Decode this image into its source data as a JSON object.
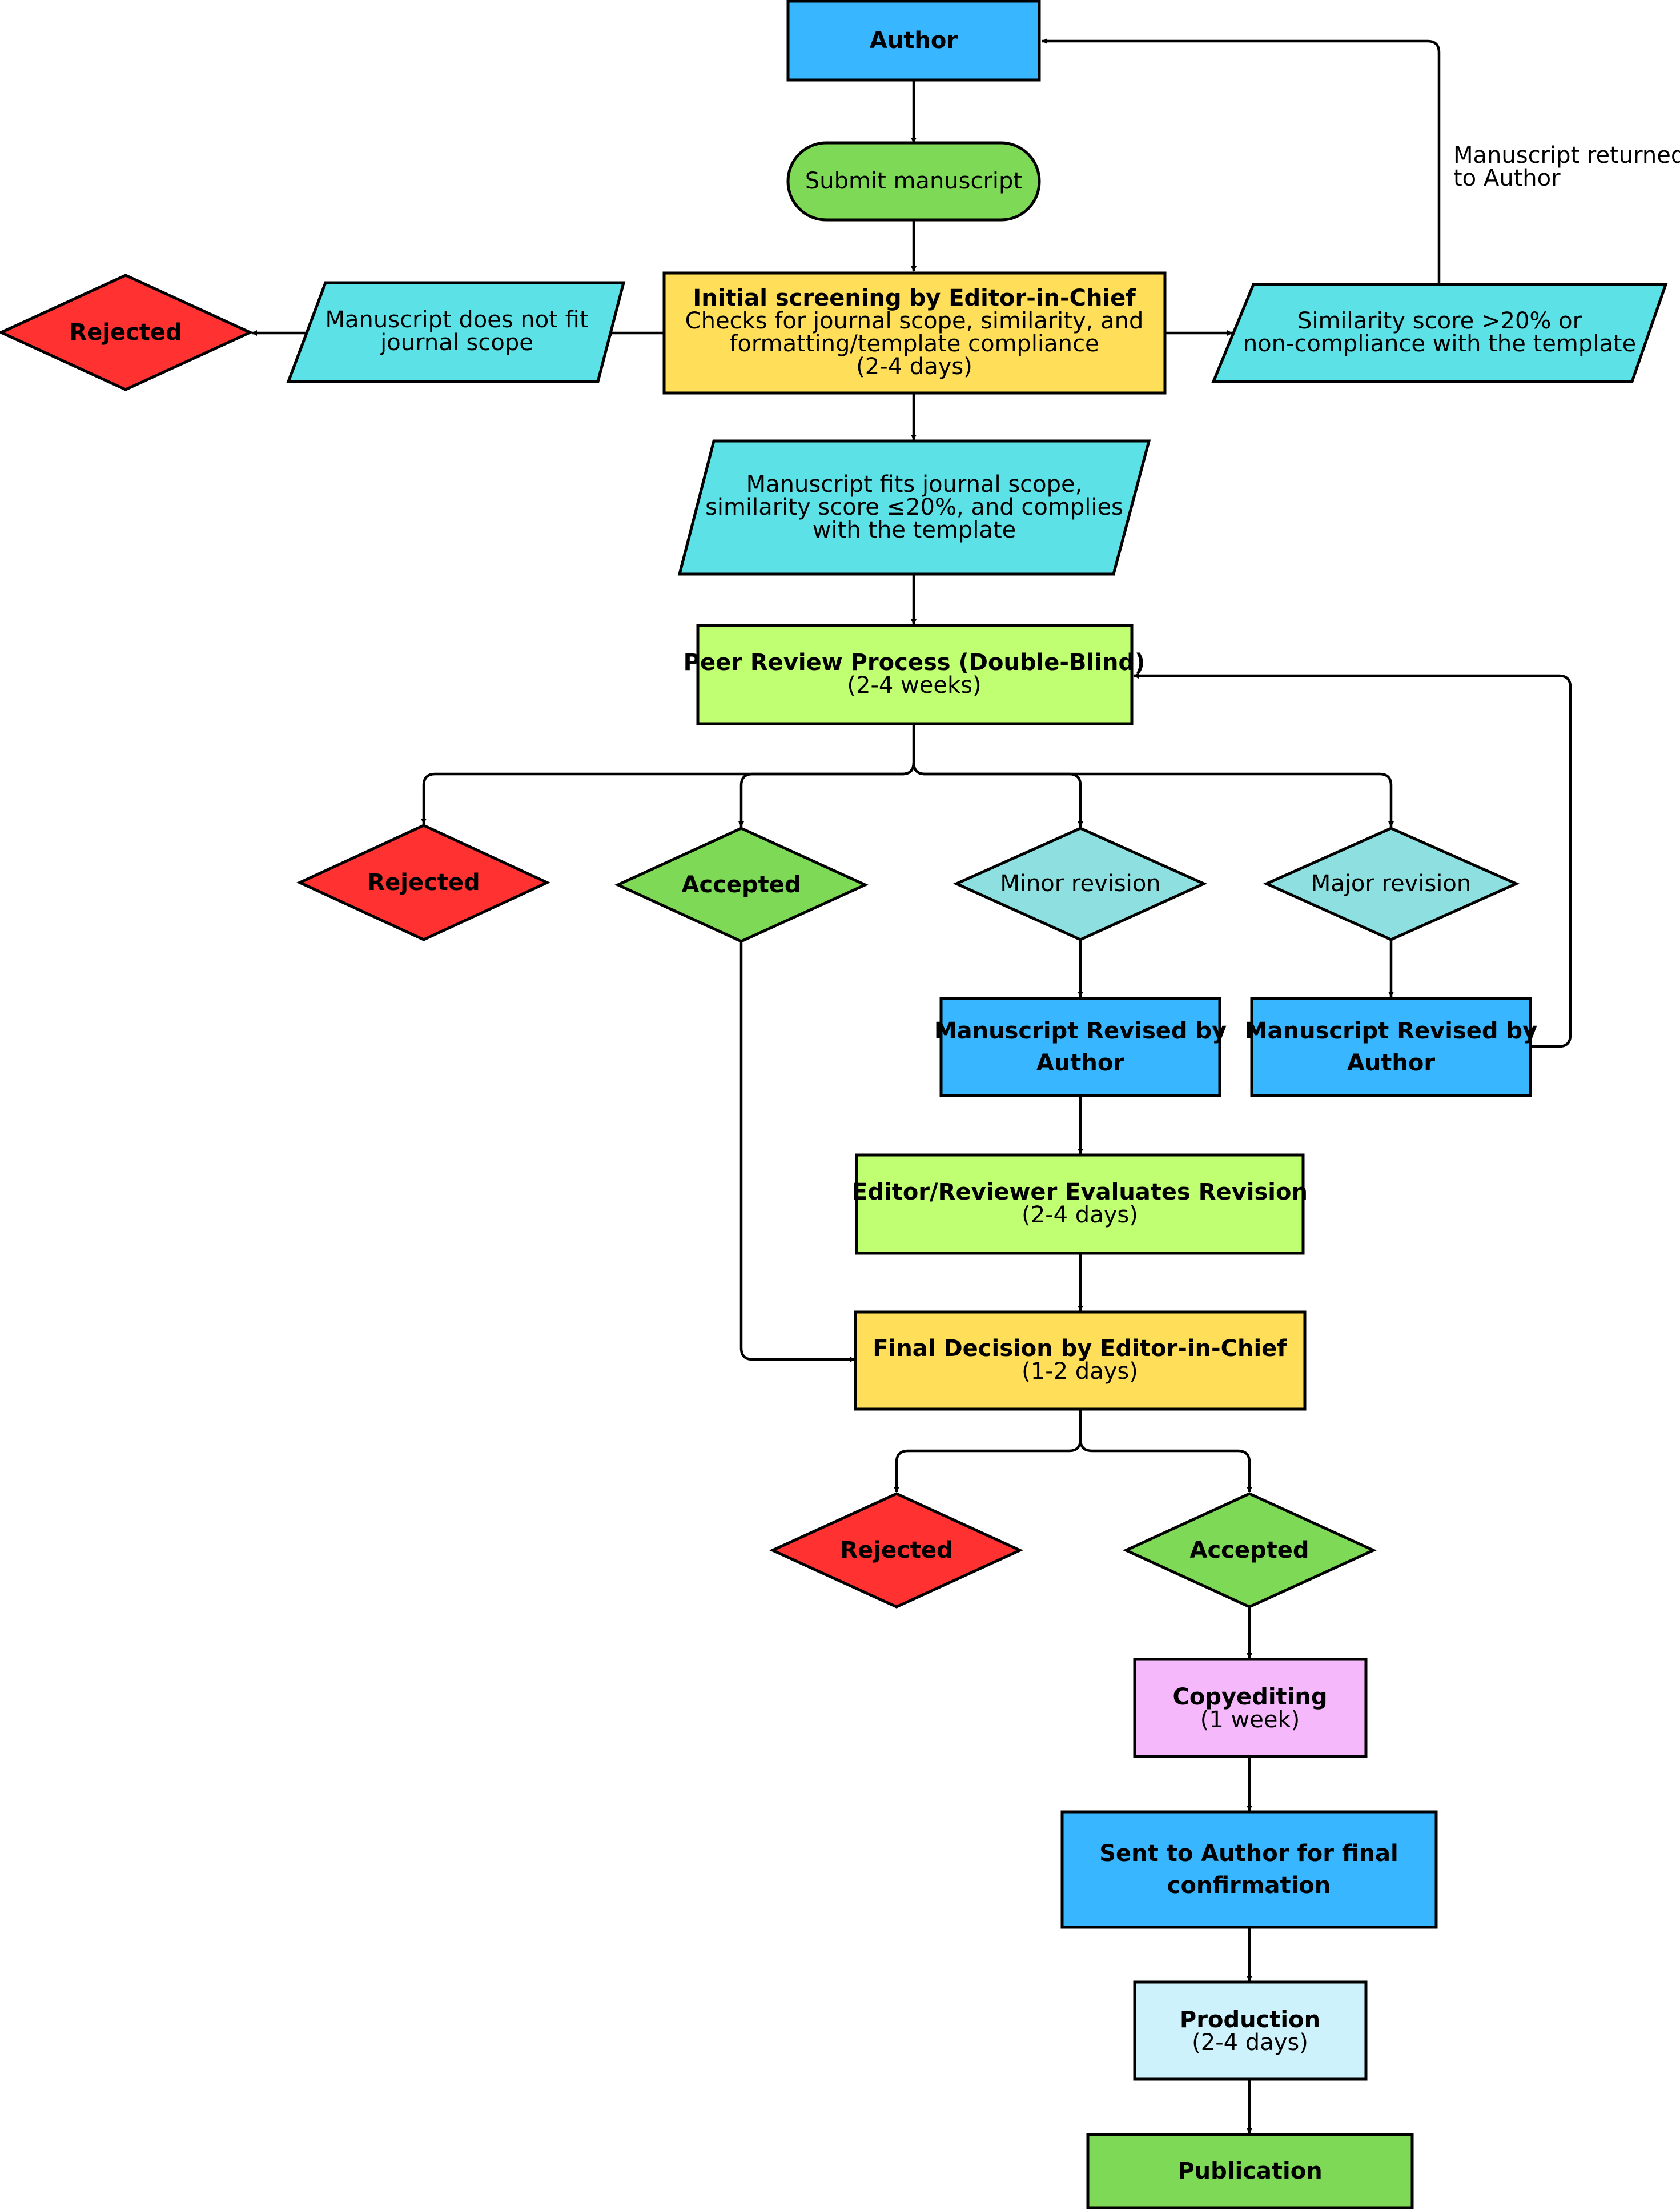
{
  "flowchart": {
    "author": "Author",
    "submit": "Submit manuscript",
    "returned_note": [
      "Manuscript returned",
      "to Author"
    ],
    "screening": {
      "title": "Initial screening by Editor-in-Chief",
      "detail": [
        "Checks for journal scope, similarity, and",
        "formatting/template compliance"
      ],
      "duration": "(2-4 days)"
    },
    "scope_fail": [
      "Manuscript does not fit",
      "journal scope"
    ],
    "similarity_fail": [
      "Similarity score >20% or",
      "non-compliance with the template"
    ],
    "rejected_initial": "Rejected",
    "scope_pass": [
      "Manuscript fits journal scope,",
      "similarity score ≤20%, and complies",
      "with the template"
    ],
    "peer_review": {
      "title": "Peer Review Process (Double-Blind)",
      "duration": "(2-4 weeks)"
    },
    "review_outcomes": {
      "rejected": "Rejected",
      "accepted": "Accepted",
      "minor": "Minor revision",
      "major": "Major revision"
    },
    "revised_minor": [
      "Manuscript Revised by",
      "Author"
    ],
    "revised_major": [
      "Manuscript Revised by",
      "Author"
    ],
    "evaluate": {
      "title": "Editor/Reviewer Evaluates Revision",
      "duration": "(2-4 days)"
    },
    "final_decision": {
      "title": "Final Decision by Editor-in-Chief",
      "duration": "(1-2 days)"
    },
    "final_outcomes": {
      "rejected": "Rejected",
      "accepted": "Accepted"
    },
    "copyediting": {
      "title": "Copyediting",
      "duration": "(1 week)"
    },
    "sent_to_author": [
      "Sent to Author for final",
      "confirmation"
    ],
    "production": {
      "title": "Production",
      "duration": "(2-4 days)"
    },
    "publication": "Publication"
  },
  "colors": {
    "author_blue": "#38b6ff",
    "submit_green": "#7ed957",
    "screening_yellow": "#ffde59",
    "parallelogram_cyan": "#5ce1e6",
    "peer_review_lime": "#c1ff72",
    "rejected_red": "#ff3131",
    "accepted_green": "#7ed957",
    "revision_teal": "#8ee0e0",
    "copyediting_pink": "#f5b9fb",
    "production_lightblue": "#cdf2fb",
    "publication_green": "#7ed957"
  }
}
